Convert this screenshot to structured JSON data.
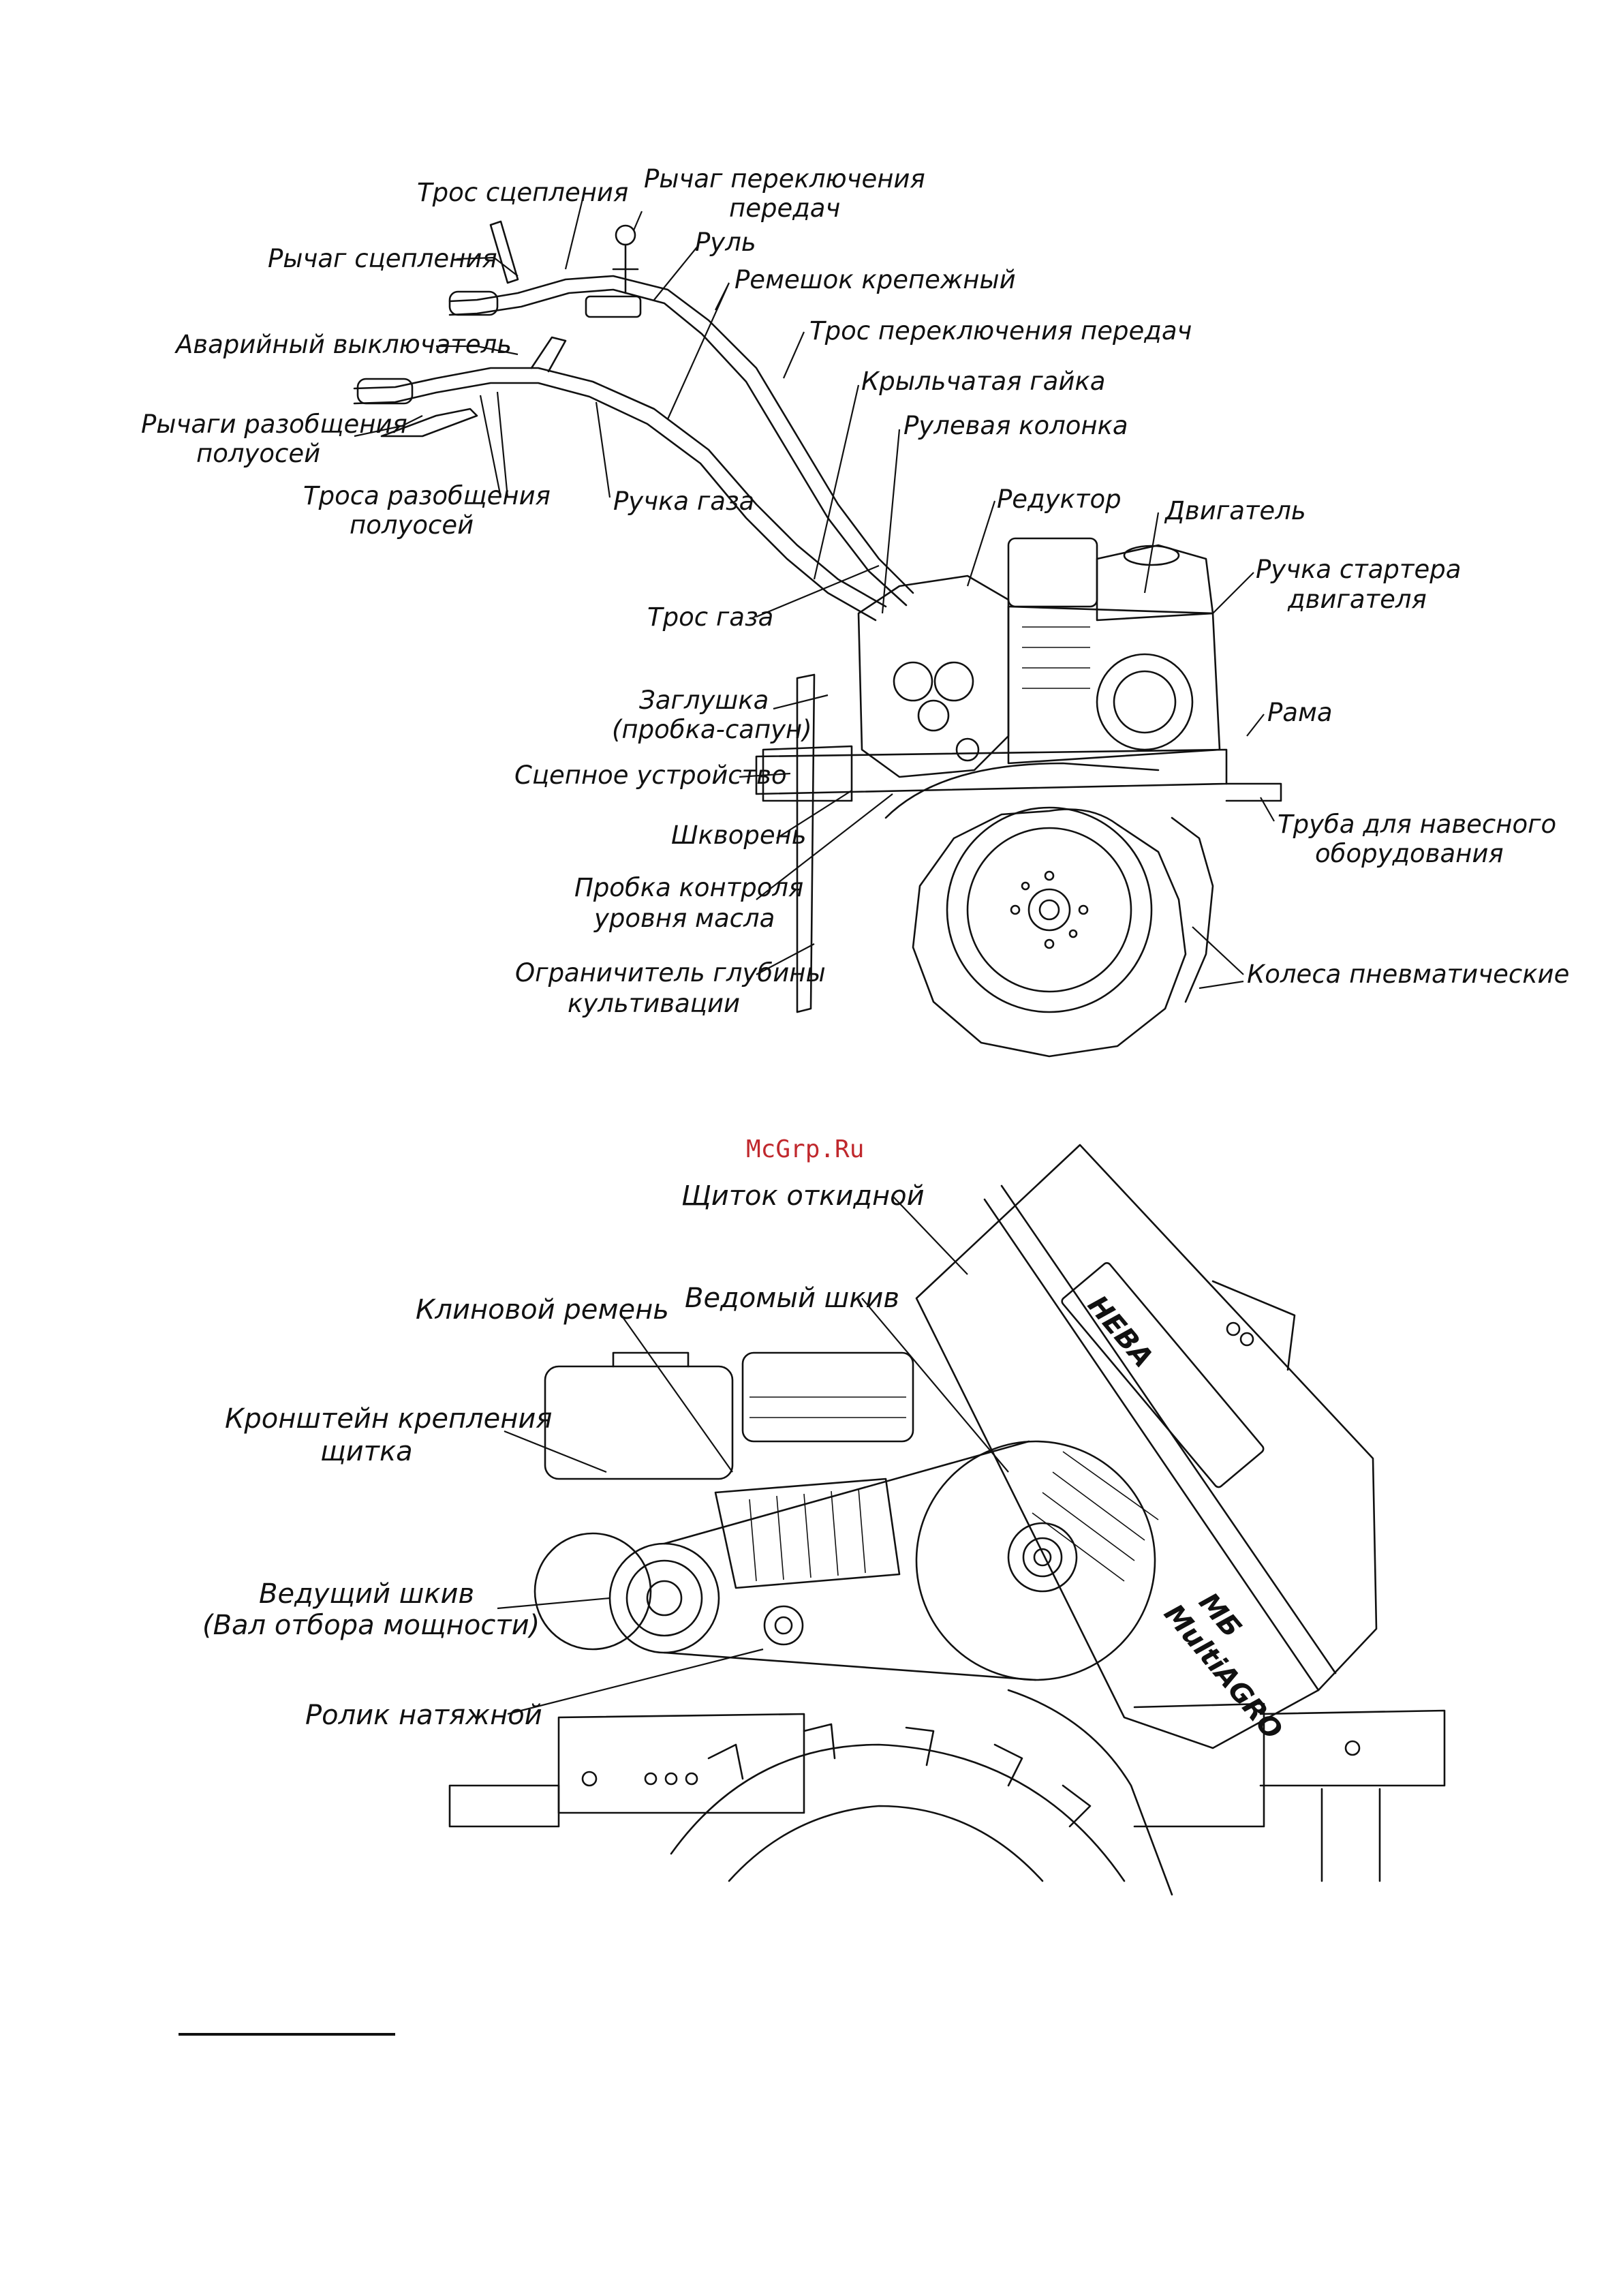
{
  "watermark": "McGrp.Ru",
  "colors": {
    "ink": "#111111",
    "watermark": "#c0282d",
    "paper": "#ffffff"
  },
  "figure1": {
    "labels": {
      "clutch_cable": "Трос сцепления",
      "gear_lever_1": "Рычаг переключения",
      "gear_lever_2": "передач",
      "handlebar": "Руль",
      "clutch_lever": "Рычаг сцепления",
      "strap": "Ремешок крепежный",
      "gear_cable": "Трос переключения передач",
      "emergency_switch": "Аварийный выключатель",
      "wing_nut": "Крыльчатая гайка",
      "steering_column": "Рулевая колонка",
      "disengage_levers_1": "Рычаги разобщения",
      "disengage_levers_2": "полуосей",
      "disengage_cables_1": "Троса разобщения",
      "disengage_cables_2": "полуосей",
      "throttle_handle": "Ручка газа",
      "gearbox": "Редуктор",
      "engine": "Двигатель",
      "starter_handle_1": "Ручка стартера",
      "starter_handle_2": "двигателя",
      "throttle_cable": "Трос газа",
      "plug_1": "Заглушка",
      "plug_2": "(пробка-сапун)",
      "frame": "Рама",
      "hitch": "Сцепное устройство",
      "kingpin": "Шкворень",
      "attachment_tube_1": "Труба для навесного",
      "attachment_tube_2": "оборудования",
      "oil_plug_1": "Пробка контроля",
      "oil_plug_2": "уровня масла",
      "depth_limiter_1": "Ограничитель глубины",
      "depth_limiter_2": "культивации",
      "wheels": "Колеса пневматические"
    }
  },
  "figure2": {
    "labels": {
      "hinged_guard": "Щиток откидной",
      "v_belt": "Клиновой ремень",
      "driven_pulley": "Ведомый шкив",
      "guard_bracket_1": "Кронштейн крепления",
      "guard_bracket_2": "щитка",
      "drive_pulley_1": "Ведущий шкив",
      "drive_pulley_2": "(Вал отбора мощности)",
      "tension_roller": "Ролик натяжной"
    },
    "cover_logo": "НЕВА",
    "cover_model": "МБ",
    "cover_brand": "MultiAGRO"
  }
}
